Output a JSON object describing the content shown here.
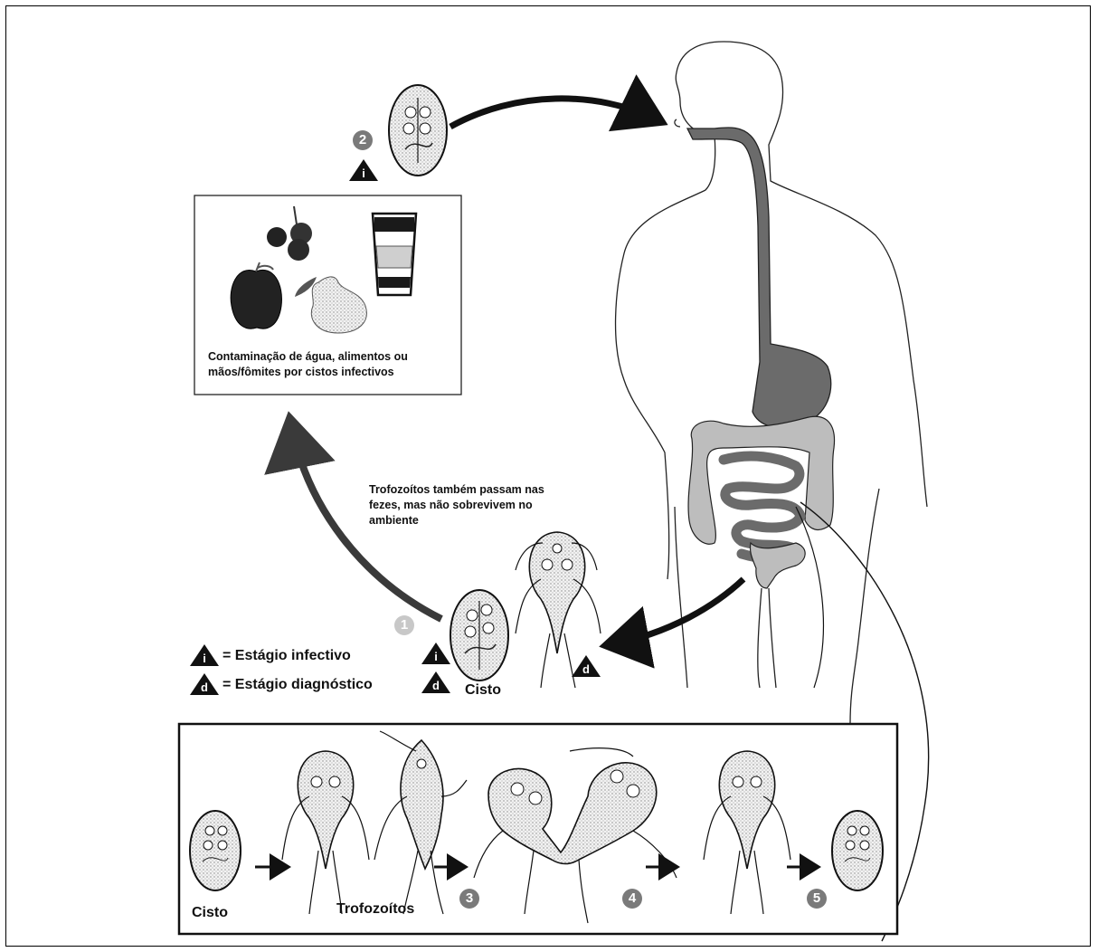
{
  "environment": {
    "caption": "Contaminação de água, alimentos ou mãos/fômites por cistos infectivos"
  },
  "trophozoite_note": "Trofozoítos também passam nas fezes, mas não sobrevivem no ambiente",
  "legend": {
    "infective_badge": "i",
    "infective_label": "= Estágio infectivo",
    "diagnostic_badge": "d",
    "diagnostic_label": "= Estágio diagnóstico"
  },
  "stage_labels": {
    "cyst": "Cisto",
    "cyst_box": "Cisto",
    "trophozoites_box": "Trofozoítos"
  },
  "steps": [
    "1",
    "2",
    "3",
    "4",
    "5"
  ],
  "colors": {
    "organ_dark": "#6b6b6b",
    "organ_light": "#bdbdbd",
    "step1_badge": "#c8c8c8",
    "step_badge": "#7a7a7a",
    "arrow": "#111111",
    "arrow_grey": "#3a3a3a"
  }
}
